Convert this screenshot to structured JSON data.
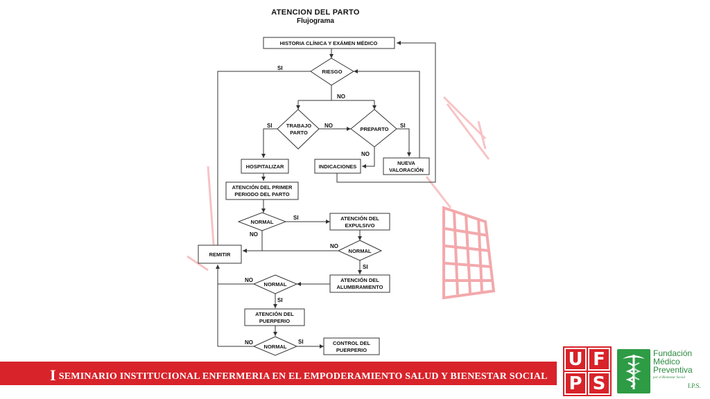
{
  "slide": {
    "title": "ATENCION DEL PARTO",
    "subtitle": "Flujograma"
  },
  "flowchart": {
    "nodes": {
      "historia": "HISTORIA CLÍNICA Y EXÁMEN MÉDICO",
      "riesgo": "RIESGO",
      "trabajo_parto_1": "TRABAJO",
      "trabajo_parto_2": "PARTO",
      "preparto": "PREPARTO",
      "hospitalizar": "HOSPITALIZAR",
      "indicaciones": "INDICACIONES",
      "nueva_valoracion_1": "NUEVA",
      "nueva_valoracion_2": "VALORACIÓN",
      "atencion_primer_1": "ATENCIÓN DEL PRIMER",
      "atencion_primer_2": "PERIODO DEL PARTO",
      "normal_1": "NORMAL",
      "atencion_expulsivo_1": "ATENCIÓN DEL",
      "atencion_expulsivo_2": "EXPULSIVO",
      "remitir": "REMITIR",
      "normal_2": "NORMAL",
      "atencion_alumbramiento_1": "ATENCIÓN DEL",
      "atencion_alumbramiento_2": "ALUMBRAMIENTO",
      "normal_3": "NORMAL",
      "atencion_puerperio_1": "ATENCIÓN DEL",
      "atencion_puerperio_2": "PUERPERIO",
      "normal_4": "NORMAL",
      "control_puerperio_1": "CONTROL DEL",
      "control_puerperio_2": "PUERPERIO"
    },
    "labels": {
      "riesgo_si": "SI",
      "riesgo_no": "NO",
      "trabajo_si": "SI",
      "trabajo_no": "NO",
      "preparto_si": "SI",
      "preparto_no": "NO",
      "normal1_si": "SI",
      "normal1_no": "NO",
      "normal2_no": "NO",
      "normal2_si": "SI",
      "normal3_no": "NO",
      "normal3_si": "SI",
      "normal4_no": "NO",
      "normal4_si": "SI"
    }
  },
  "banner": {
    "initial": "I",
    "text": "SEMINARIO INSTITUCIONAL ENFERMERIA EN EL EMPODERAMIENTO SALUD Y BIENESTAR SOCIAL"
  },
  "logos": {
    "ufps": [
      "U",
      "F",
      "P",
      "S"
    ],
    "fundacion": {
      "line1": "Fundación",
      "line2": "Médico",
      "line3": "Preventiva",
      "tagline": "por el Bienestar Social",
      "ips": "I.P.S."
    }
  },
  "colors": {
    "banner_red": "#d8232a",
    "watermark_red": "#e8555b",
    "fmp_green": "#2e9b45"
  }
}
